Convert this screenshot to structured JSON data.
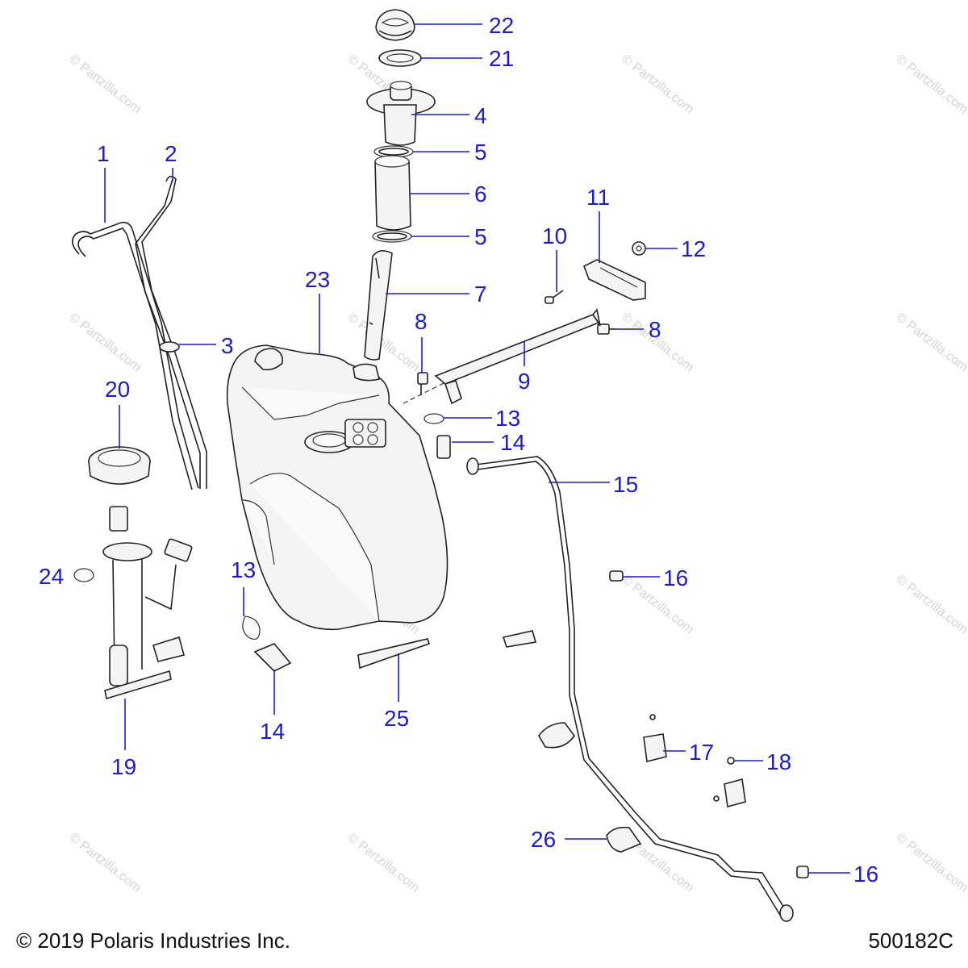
{
  "diagram": {
    "callouts": [
      "22",
      "21",
      "4",
      "5",
      "6",
      "5",
      "7",
      "1",
      "2",
      "23",
      "10",
      "11",
      "12",
      "8",
      "8",
      "3",
      "9",
      "20",
      "13",
      "14",
      "15",
      "16",
      "24",
      "13",
      "14",
      "25",
      "19",
      "17",
      "18",
      "26",
      "16"
    ],
    "watermark": "© Partzilla.com",
    "copyright": "© 2019 Polaris Industries Inc.",
    "diagram_code": "500182C"
  }
}
